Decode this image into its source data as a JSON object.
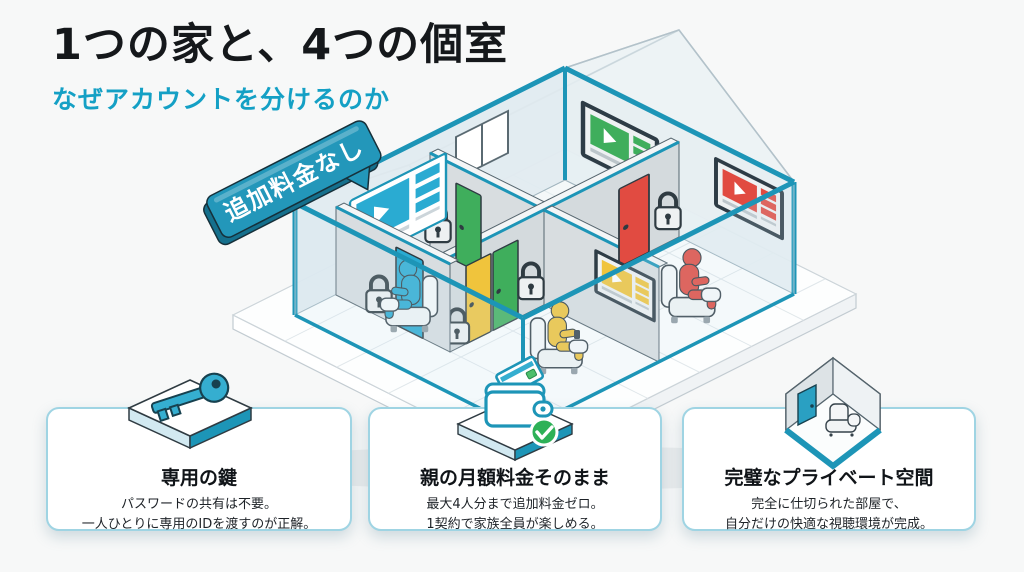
{
  "header": {
    "title": "1つの家と、4つの個室",
    "subtitle": "なぜアカウントを分けるのか"
  },
  "badge": {
    "label": "追加料金なし"
  },
  "colors": {
    "accent": "#1d95b7",
    "badge_bg": "#2397ba",
    "badge_side": "#15708d",
    "subtitle_teal": "#14a0c5",
    "title_black": "#15181b",
    "card_border": "#9fd4e3",
    "wall_gray": "#d8dde0",
    "green": "#3fae5c",
    "red": "#e14b41",
    "blue": "#2aabd2",
    "yellow": "#f0c43c"
  },
  "house": {
    "rooms": [
      {
        "id": "back-room",
        "person": "green viewer",
        "color": "#3fae5c"
      },
      {
        "id": "right-room",
        "person": "red viewer",
        "color": "#e14b41"
      },
      {
        "id": "left-room",
        "person": "blue viewer",
        "color": "#2aabd2"
      },
      {
        "id": "front-room",
        "person": "yellow viewer",
        "color": "#f0c43c"
      }
    ]
  },
  "cards": [
    {
      "icon": "key-icon",
      "title": "専用の鍵",
      "lines": [
        "パスワードの共有は不要。",
        "一人ひとりに専用のIDを渡すのが正解。"
      ]
    },
    {
      "icon": "wallet-icon",
      "title": "親の月額料金そのまま",
      "lines": [
        "最大4人分まで追加料金ゼロ。",
        "1契約で家族全員が楽しめる。"
      ]
    },
    {
      "icon": "private-room-icon",
      "title": "完璧なプライベート空間",
      "lines": [
        "完全に仕切られた部屋で、",
        "自分だけの快適な視聴環境が完成。"
      ]
    }
  ]
}
